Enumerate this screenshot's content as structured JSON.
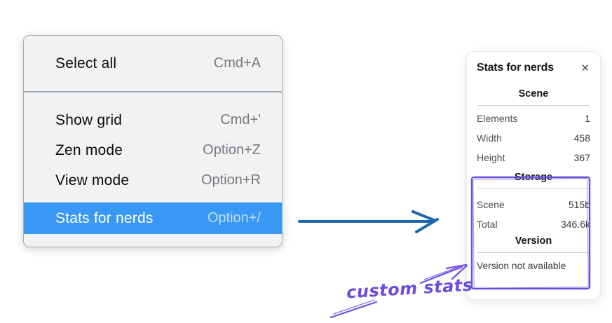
{
  "context_menu": {
    "groups": [
      {
        "items": [
          {
            "label": "Select all",
            "shortcut": "Cmd+A",
            "selected": false
          }
        ]
      },
      {
        "items": [
          {
            "label": "Show grid",
            "shortcut": "Cmd+'",
            "selected": false
          },
          {
            "label": "Zen mode",
            "shortcut": "Option+Z",
            "selected": false
          },
          {
            "label": "View mode",
            "shortcut": "Option+R",
            "selected": false
          },
          {
            "label": "Stats for nerds",
            "shortcut": "Option+/",
            "selected": true
          }
        ]
      }
    ]
  },
  "stats_panel": {
    "title": "Stats for nerds",
    "close_icon": "✕",
    "scene_section": {
      "heading": "Scene",
      "rows": [
        {
          "label": "Elements",
          "value": "1"
        },
        {
          "label": "Width",
          "value": "458"
        },
        {
          "label": "Height",
          "value": "367"
        }
      ]
    },
    "storage_section": {
      "heading": "Storage",
      "rows": [
        {
          "label": "Scene",
          "value": "515b"
        },
        {
          "label": "Total",
          "value": "346.6k"
        }
      ]
    },
    "version_section": {
      "heading": "Version",
      "note": "Version not available"
    }
  },
  "annotation": {
    "label": "custom stats"
  },
  "colors": {
    "menu_highlight": "#3898f3",
    "menu_background": "#f1f2f4",
    "arrow_blue": "#1e67b0",
    "annotation_purple": "#6a4cdf"
  }
}
